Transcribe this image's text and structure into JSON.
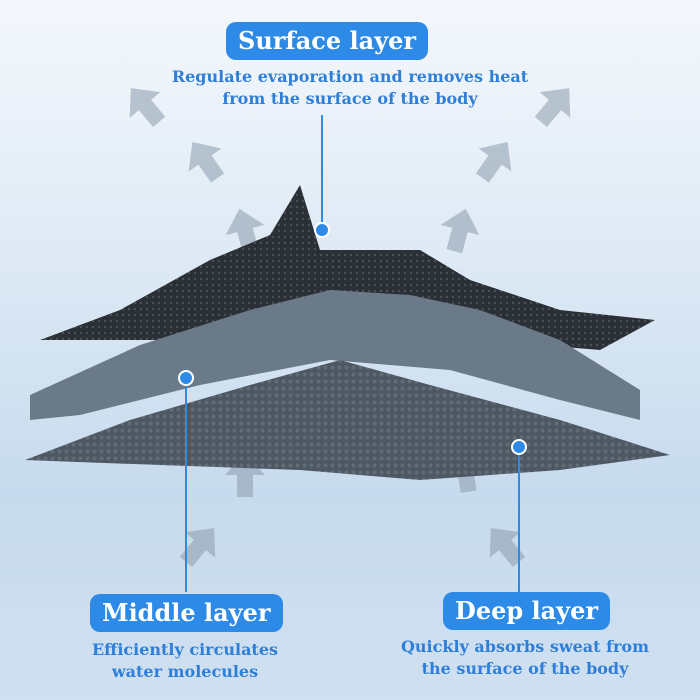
{
  "surface": {
    "title": "Surface layer",
    "line1": "Regulate evaporation and removes heat",
    "line2": "from the surface of the body"
  },
  "middle": {
    "title": "Middle layer",
    "line1": "Efficiently circulates",
    "line2": "water molecules"
  },
  "deep": {
    "title": "Deep layer",
    "line1": "Quickly absorbs sweat from",
    "line2": "the surface of the body"
  },
  "colors": {
    "accent": "#2d8ae6",
    "text": "#2f7fd8"
  }
}
